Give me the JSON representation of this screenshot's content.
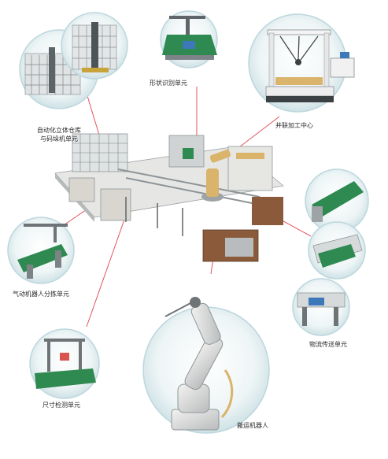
{
  "labels": {
    "storage_line1": "自动化立体仓库",
    "storage_line2": "与码垛机单元",
    "shape_recognition": "形状识别单元",
    "parallel_machining": "并联加工中心",
    "pneumatic_sorting": "气动机器人分拣单元",
    "conveyor_unit": "物流传送单元",
    "dimension_check": "尺寸检测单元",
    "handling_robot": "搬运机器人"
  },
  "colors": {
    "leader_line": "#e2545e",
    "bubble_bg": "#e9f2f4",
    "bubble_ring": "#bcd7dd",
    "machine_gray": "#b8bcbe",
    "machine_dark": "#6f7477",
    "conveyor_green": "#2f8a52",
    "cabinet": "#d8d6cf",
    "table_brown": "#8a5a3a",
    "frame_blue": "#3d78b8"
  }
}
